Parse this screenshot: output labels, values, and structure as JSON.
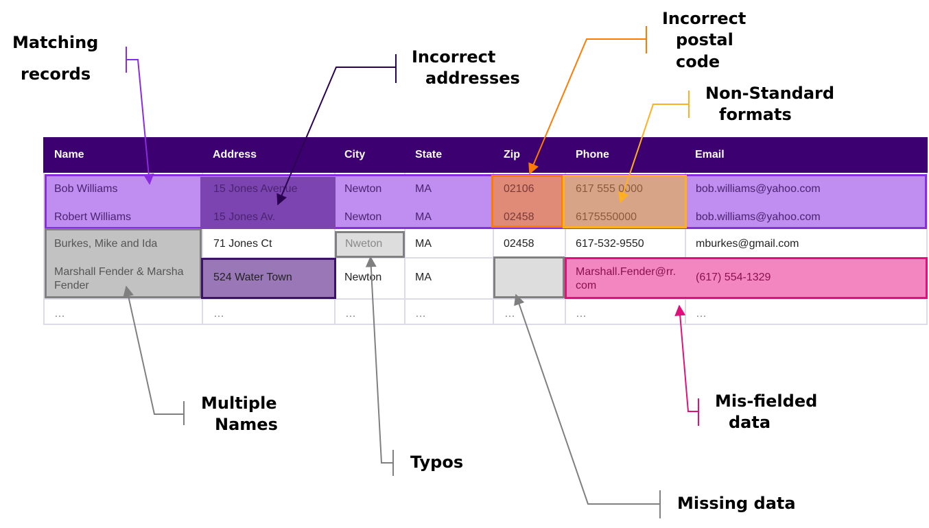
{
  "table": {
    "headers": [
      "Name",
      "Address",
      "City",
      "State",
      "Zip",
      "Phone",
      "Email"
    ],
    "rows": [
      [
        "Bob Williams",
        "15 Jones Avenue",
        "Newton",
        "MA",
        "02106",
        "617 555 0000",
        "bob.williams@yahoo.com"
      ],
      [
        "Robert Williams",
        "15 Jones Av.",
        "Newton",
        "MA",
        "02458",
        "6175550000",
        "bob.williams@yahoo.com"
      ],
      [
        "Burkes, Mike and Ida",
        "71 Jones Ct",
        "Nweton",
        "MA",
        "02458",
        "617-532-9550",
        "mburkes@gmail.com"
      ],
      [
        "Marshall Fender & Marsha Fender",
        "524 Water Town",
        "Newton",
        "MA",
        "",
        "Marshall.Fender@rr.com",
        "(617) 554-1329"
      ],
      [
        "…",
        "…",
        "…",
        "…",
        "…",
        "…",
        "…"
      ]
    ]
  },
  "annotations": {
    "matching_records": [
      "Matching",
      "records"
    ],
    "incorrect_addresses": [
      "Incorrect",
      "addresses"
    ],
    "incorrect_postal_code": [
      "Incorrect",
      "postal",
      "code"
    ],
    "non_standard_formats": [
      "Non-Standard",
      "formats"
    ],
    "multiple_names": [
      "Multiple",
      "Names"
    ],
    "typos": "Typos",
    "missing_data": "Missing data",
    "misfielded_data": [
      "Mis-fielded",
      "data"
    ]
  },
  "colors": {
    "header_bg": "#3d0070",
    "matching": "#8a2be2",
    "incorrect_address": "#3b1266",
    "postal_code": "#ff7a00",
    "non_standard": "#ffb020",
    "gray": "#808080",
    "misfielded": "#e0107a"
  }
}
